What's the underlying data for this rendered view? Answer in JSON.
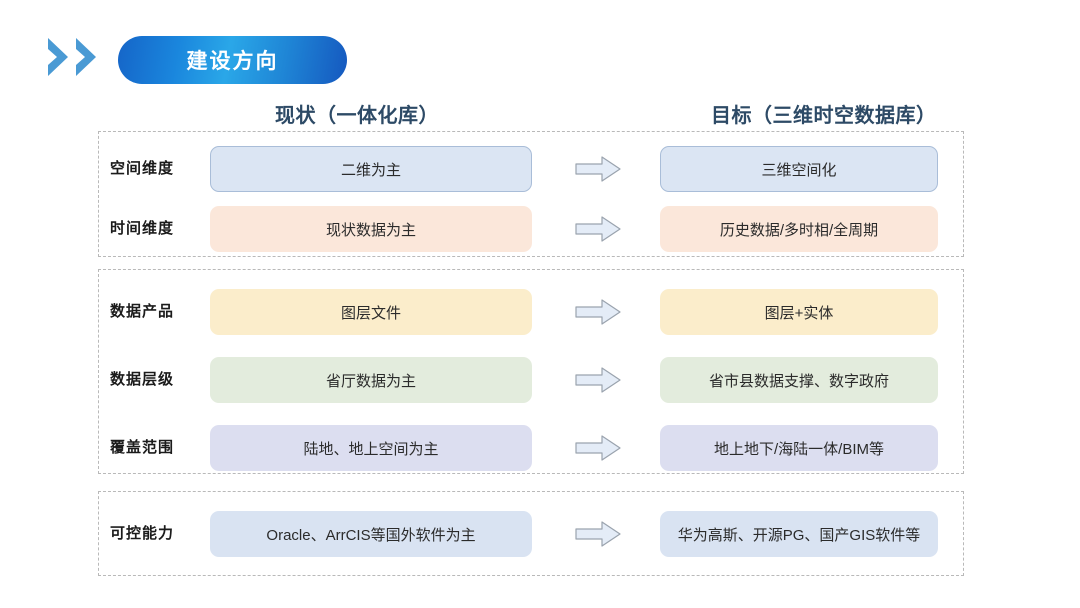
{
  "header": {
    "logo_icon": "double-chevron-right-icon",
    "pill_label": "建设方向"
  },
  "columns": {
    "left_heading": "现状（一体化库）",
    "right_heading": "目标（三维时空数据库）"
  },
  "arrow_icon": "right-arrow-outline-icon",
  "colors": {
    "brand_blue": "#1a86dd",
    "heading_navy": "#2d4a66",
    "dashed_border": "#b9b9b9",
    "chip_blue": "#dbe5f3",
    "chip_peach": "#fbe7da",
    "chip_amber": "#fbedcb",
    "chip_green": "#e3ecdd",
    "chip_lavender": "#dcdef0",
    "chip_steel": "#d9e3f2"
  },
  "groups": [
    {
      "id": "group-dimension",
      "rows": [
        {
          "label": "空间维度",
          "current": "二维为主",
          "target": "三维空间化",
          "variant": "v-blue",
          "target_variant": "v-blue"
        },
        {
          "label": "时间维度",
          "current": "现状数据为主",
          "target": "历史数据/多时相/全周期",
          "variant": "v-peach",
          "target_variant": "v-peach"
        }
      ]
    },
    {
      "id": "group-data",
      "rows": [
        {
          "label": "数据产品",
          "current": "图层文件",
          "target": "图层+实体",
          "variant": "v-amber",
          "target_variant": "v-amber"
        },
        {
          "label": "数据层级",
          "current": "省厅数据为主",
          "target": "省市县数据支撑、数字政府",
          "variant": "v-green",
          "target_variant": "v-green"
        },
        {
          "label": "覆盖范围",
          "current": "陆地、地上空间为主",
          "target": "地上地下/海陆一体/BIM等",
          "variant": "v-lavender",
          "target_variant": "v-lavender"
        }
      ]
    },
    {
      "id": "group-capability",
      "rows": [
        {
          "label": "可控能力",
          "current": "Oracle、ArrCIS等国外软件为主",
          "target": "华为高斯、开源PG、国产GIS软件等",
          "variant": "v-steel",
          "target_variant": "v-steel"
        }
      ]
    }
  ]
}
